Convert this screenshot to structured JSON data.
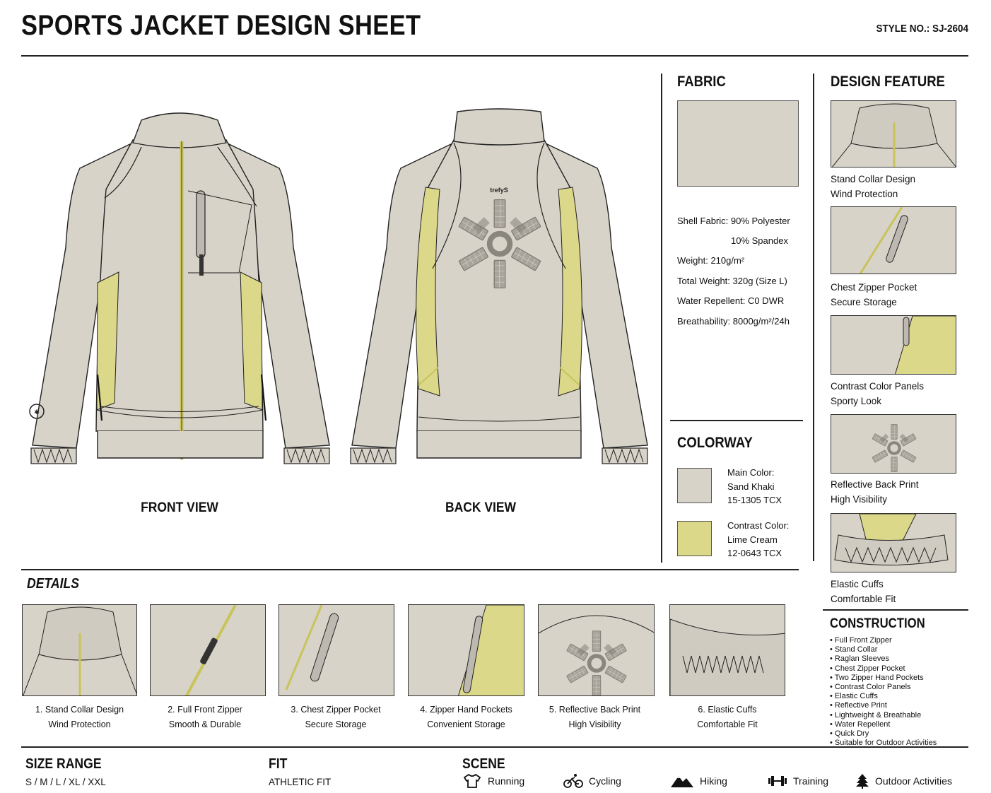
{
  "header": {
    "title": "SPORTS JACKET DESIGN SHEET",
    "style_no": "STYLE NO.: SJ-2604"
  },
  "views": {
    "front_label": "FRONT VIEW",
    "back_label": "BACK VIEW",
    "logo_text": "trefyS"
  },
  "fabric": {
    "heading": "FABRIC",
    "specs": [
      "Shell Fabric: 90% Polyester",
      "10% Spandex",
      "Weight: 210g/m²",
      "Total Weight: 320g (Size L)",
      "Water Repellent: C0 DWR",
      "Breathability: 8000g/m²/24h"
    ]
  },
  "colorway": {
    "heading": "COLORWAY",
    "main": {
      "l1": "Main Color:",
      "l2": "Sand Khaki",
      "l3": "15-1305 TCX",
      "hex": "#d8d3c8"
    },
    "contrast": {
      "l1": "Contrast Color:",
      "l2": "Lime Cream",
      "l3": "12-0643 TCX",
      "hex": "#dcd88a"
    }
  },
  "design_feature": {
    "heading": "DESIGN FEATURE",
    "items": [
      {
        "l1": "Stand Collar Design",
        "l2": "Wind Protection"
      },
      {
        "l1": "Chest Zipper Pocket",
        "l2": "Secure Storage"
      },
      {
        "l1": "Contrast Color Panels",
        "l2": "Sporty Look"
      },
      {
        "l1": "Reflective Back Print",
        "l2": "High Visibility"
      },
      {
        "l1": "Elastic Cuffs",
        "l2": "Comfortable Fit"
      }
    ]
  },
  "details": {
    "heading": "DETAILS",
    "items": [
      {
        "l1": "1. Stand Collar Design",
        "l2": "Wind Protection"
      },
      {
        "l1": "2. Full Front Zipper",
        "l2": "Smooth & Durable"
      },
      {
        "l1": "3. Chest Zipper Pocket",
        "l2": "Secure Storage"
      },
      {
        "l1": "4. Zipper Hand Pockets",
        "l2": "Convenient Storage"
      },
      {
        "l1": "5. Reflective Back Print",
        "l2": "High Visibility"
      },
      {
        "l1": "6. Elastic Cuffs",
        "l2": "Comfortable Fit"
      }
    ]
  },
  "construction": {
    "heading": "CONSTRUCTION",
    "items": [
      "Full Front Zipper",
      "Stand Collar",
      "Raglan Sleeves",
      "Chest Zipper Pocket",
      "Two Zipper Hand Pockets",
      "Contrast Color Panels",
      "Elastic Cuffs",
      "Reflective Print",
      "Lightweight & Breathable",
      "Water Repellent",
      "Quick Dry",
      "Suitable for Outdoor Activities"
    ]
  },
  "size_range": {
    "heading": "SIZE RANGE",
    "value": "S / M / L / XL / XXL"
  },
  "fit": {
    "heading": "FIT",
    "value": "ATHLETIC FIT"
  },
  "scene": {
    "heading": "SCENE",
    "items": [
      {
        "label": "Running",
        "icon": "tshirt-icon"
      },
      {
        "label": "Cycling",
        "icon": "bicycle-icon"
      },
      {
        "label": "Hiking",
        "icon": "mountain-icon"
      },
      {
        "label": "Training",
        "icon": "dumbbell-icon"
      },
      {
        "label": "Outdoor Activities",
        "icon": "tree-icon"
      }
    ]
  },
  "colors": {
    "sand": "#d8d3c8",
    "lime": "#dcd88a",
    "line": "#222222"
  }
}
